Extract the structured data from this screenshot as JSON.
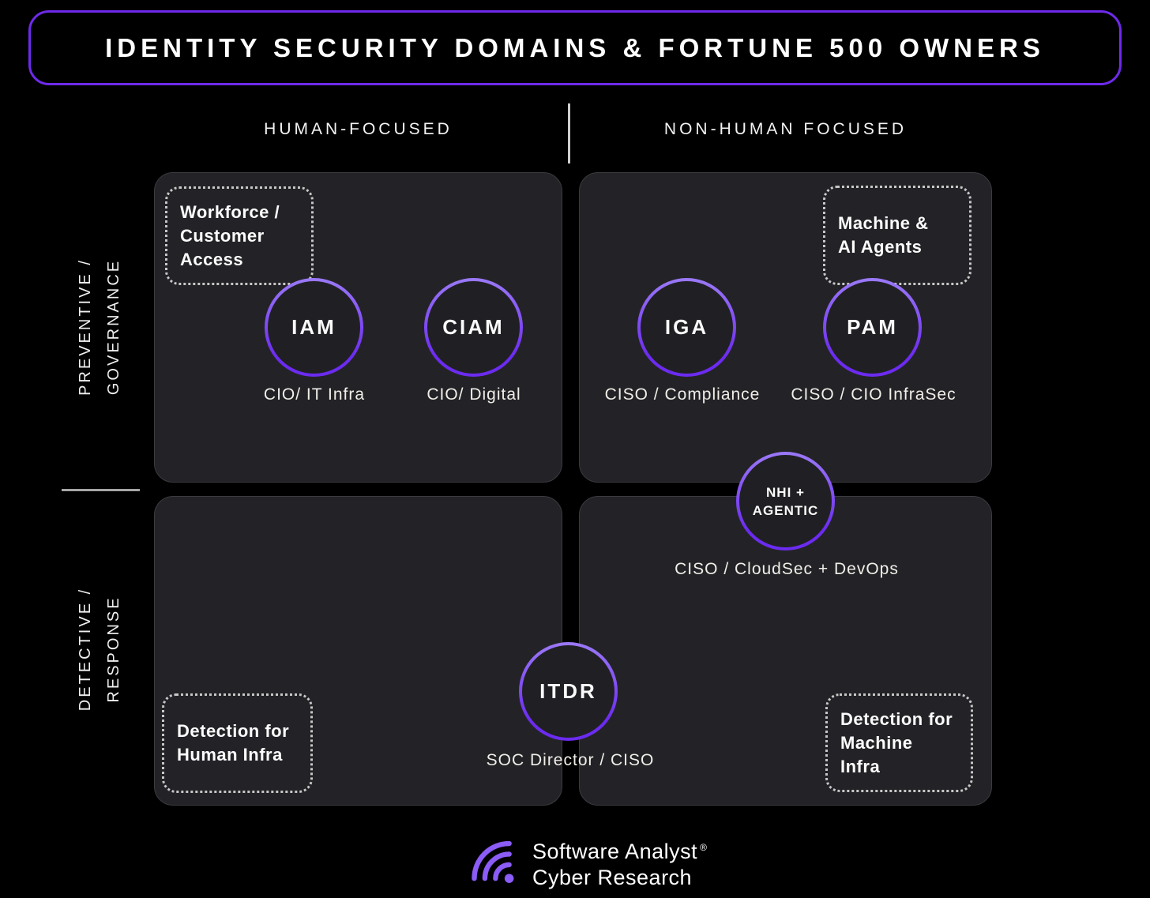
{
  "title": "IDENTITY SECURITY DOMAINS & FORTUNE 500 OWNERS",
  "axes": {
    "col_left": "HUMAN-FOCUSED",
    "col_right": "NON-HUMAN FOCUSED",
    "row_top": {
      "line1": "PREVENTIVE /",
      "line2": "GOVERNANCE"
    },
    "row_bottom": {
      "line1": "DETECTIVE /",
      "line2": "RESPONSE"
    }
  },
  "tags": {
    "workforce": {
      "lines": [
        "Workforce /",
        "Customer",
        "Access"
      ]
    },
    "machine_ai": {
      "lines": [
        "Machine &",
        "AI Agents"
      ]
    },
    "detect_human": {
      "lines": [
        "Detection for",
        "Human Infra"
      ]
    },
    "detect_machine": {
      "lines": [
        "Detection for",
        "Machine",
        "Infra"
      ]
    }
  },
  "domains": {
    "iam": {
      "label": "IAM",
      "owner": "CIO/ IT Infra"
    },
    "ciam": {
      "label": "CIAM",
      "owner": "CIO/ Digital"
    },
    "iga": {
      "label": "IGA",
      "owner": "CISO / Compliance"
    },
    "pam": {
      "label": "PAM",
      "owner": "CISO / CIO InfraSec"
    },
    "nhi": {
      "line1": "NHI +",
      "line2": "AGENTIC",
      "owner": "CISO / CloudSec + DevOps"
    },
    "itdr": {
      "label": "ITDR",
      "owner": "SOC Director / CISO"
    }
  },
  "footer": {
    "line1": "Software Analyst",
    "reg": "®",
    "line2": "Cyber Research"
  },
  "colors": {
    "accent": "#6e2aeb",
    "ring_light": "#9b79f7",
    "ring_dark": "#6c2bf0",
    "card_bg": "#232327",
    "dotted": "#c7c7c7",
    "logo_purple": "#8b5cf6"
  }
}
